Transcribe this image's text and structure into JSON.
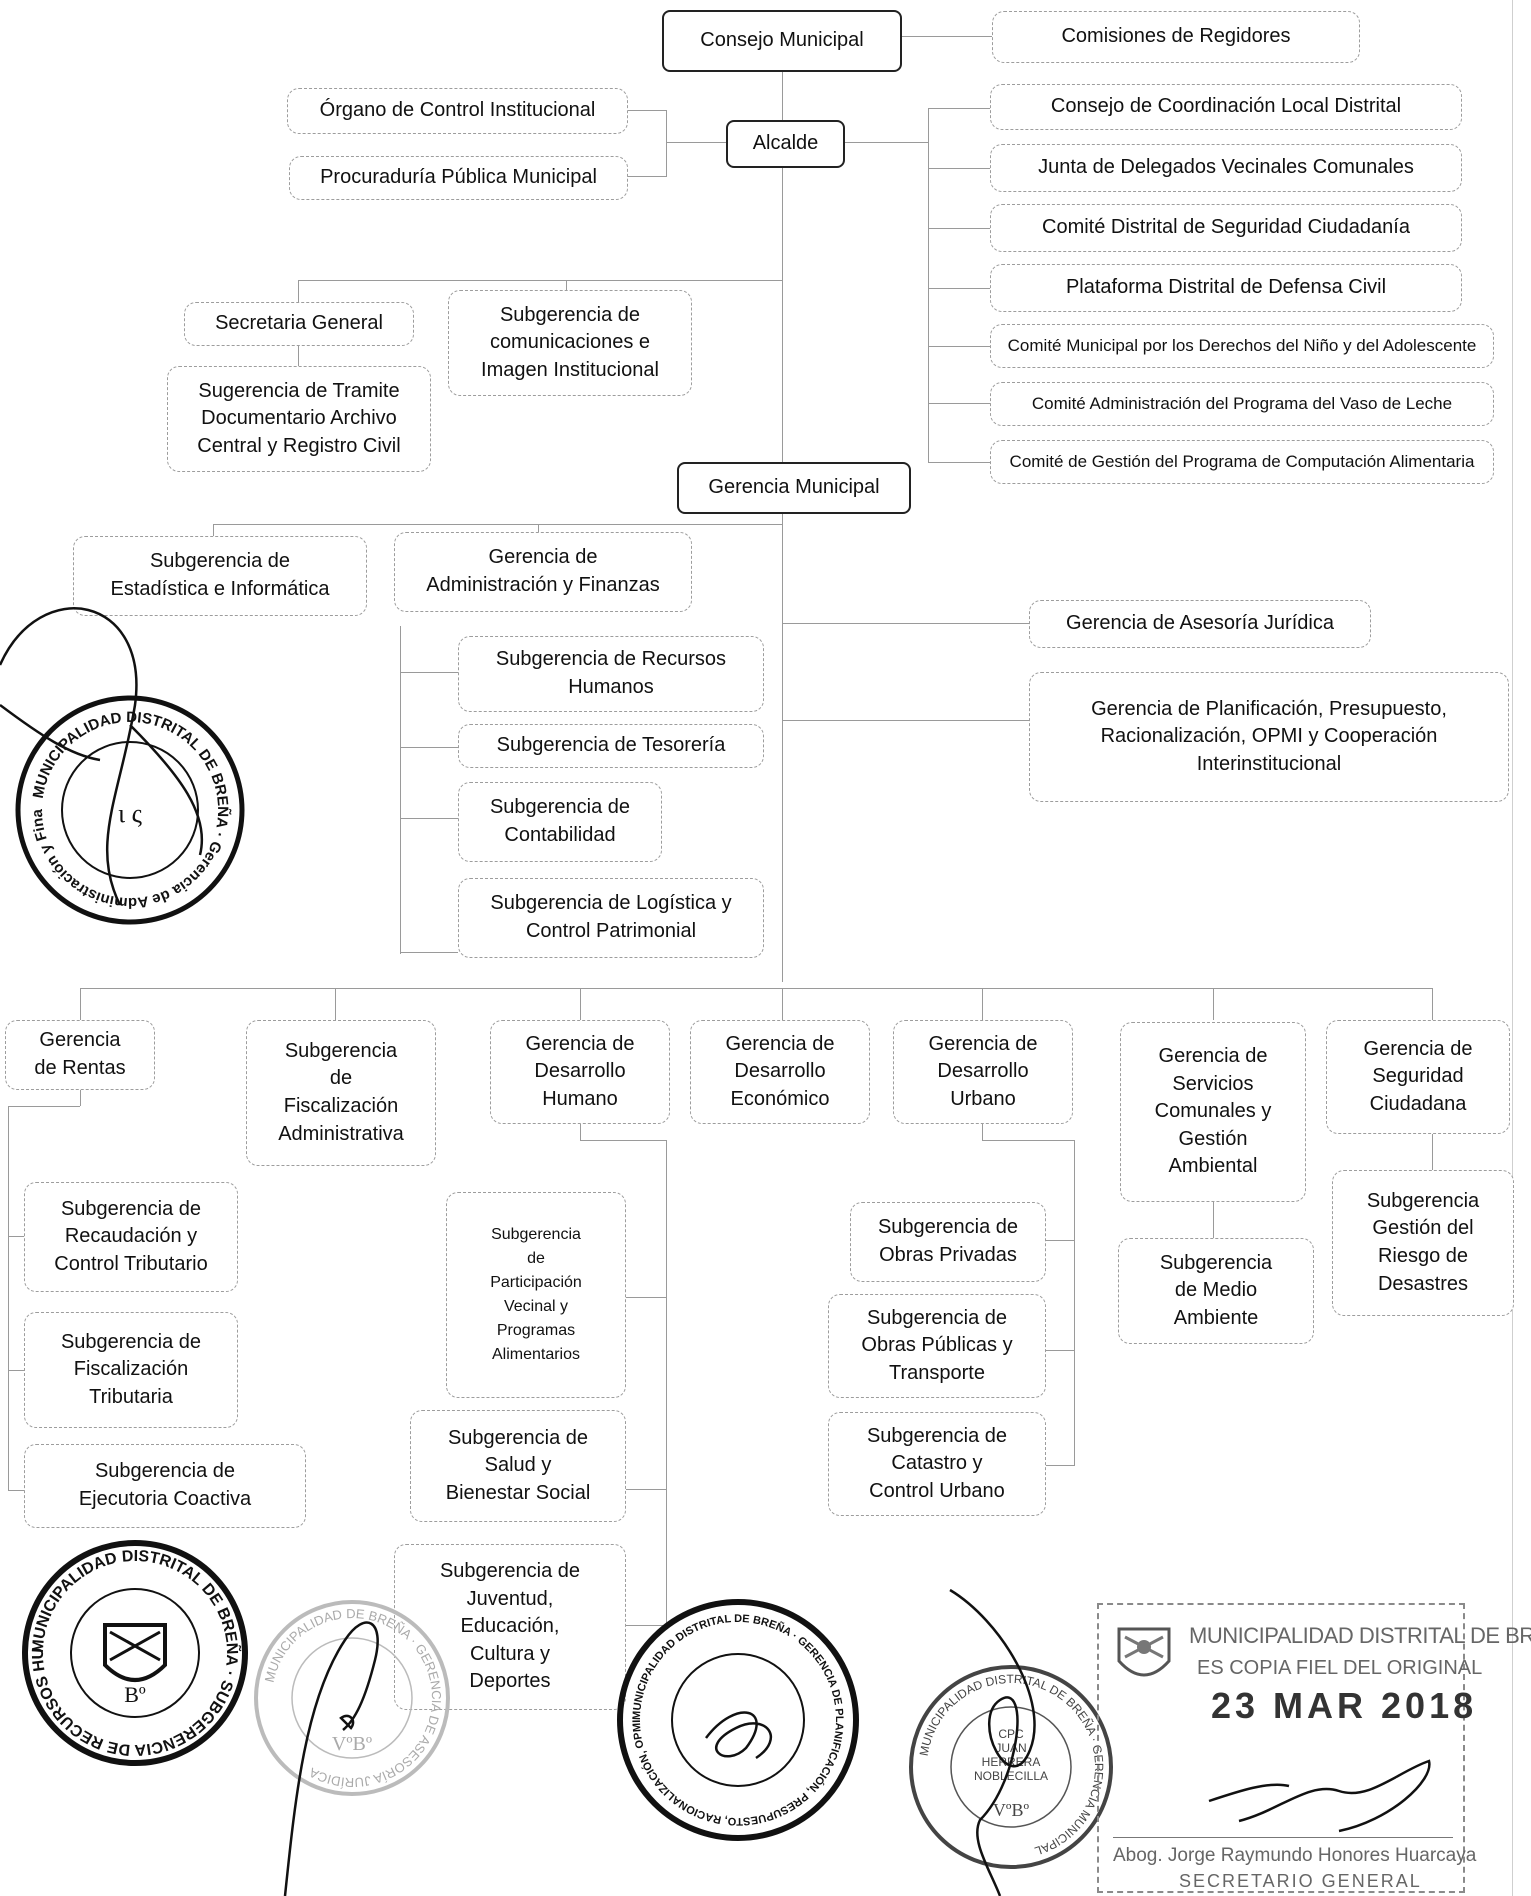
{
  "nodes": {
    "consejo_municipal": "Consejo Municipal",
    "comisiones_regidores": "Comisiones de Regidores",
    "organo_control": "Órgano de Control Institucional",
    "procuraduria": "Procuraduría Pública Municipal",
    "alcalde": "Alcalde",
    "consejo_coordinacion": "Consejo de Coordinación Local Distrital",
    "junta_delegados": "Junta de Delegados Vecinales Comunales",
    "comite_seguridad": "Comité Distrital de Seguridad Ciudadanía",
    "plataforma_defensa": "Plataforma Distrital de Defensa Civil",
    "comite_nino": "Comité Municipal por los Derechos del Niño y del Adolescente",
    "comite_vaso_leche": "Comité Administración del Programa del Vaso de Leche",
    "comite_computacion": "Comité de Gestión del Programa de Computación Alimentaria",
    "secretaria_general": "Secretaria General",
    "sub_comunicaciones": "Subgerencia de\ncomunicaciones e\nImagen Institucional",
    "sub_tramite": "Sugerencia de Tramite\nDocumentario Archivo\nCentral y Registro Civil",
    "gerencia_municipal": "Gerencia Municipal",
    "sub_estadistica": "Subgerencia de\nEstadística e Informática",
    "ger_administracion": "Gerencia de\nAdministración y Finanzas",
    "ger_asesoria": "Gerencia de Asesoría Jurídica",
    "ger_planificacion": "Gerencia de Planificación, Presupuesto,\nRacionalización, OPMI y Cooperación\nInterinstitucional",
    "sub_rrhh": "Subgerencia de Recursos\nHumanos",
    "sub_tesoreria": "Subgerencia de Tesorería",
    "sub_contabilidad": "Subgerencia de\nContabilidad",
    "sub_logistica": "Subgerencia de Logística y\nControl Patrimonial",
    "ger_rentas": "Gerencia\nde Rentas",
    "sub_fisc_admin": "Subgerencia\nde\nFiscalización\nAdministrativa",
    "ger_des_humano": "Gerencia de\nDesarrollo\nHumano",
    "ger_des_economico": "Gerencia de\nDesarrollo\nEconómico",
    "ger_des_urbano": "Gerencia de\nDesarrollo\nUrbano",
    "ger_servicios": "Gerencia de\nServicios\nComunales y\nGestión\nAmbiental",
    "ger_seguridad": "Gerencia de\nSeguridad\nCiudadana",
    "sub_recaudacion": "Subgerencia de\nRecaudación y\nControl Tributario",
    "sub_fisc_trib": "Subgerencia de\nFiscalización\nTributaria",
    "sub_coactiva": "Subgerencia de\nEjecutoria Coactiva",
    "sub_participacion": "Subgerencia\nde\nParticipación\nVecinal y\nProgramas\nAlimentarios",
    "sub_salud": "Subgerencia de\nSalud y\nBienestar Social",
    "sub_juventud": "Subgerencia de\nJuventud,\nEducación,\nCultura y\nDeportes",
    "sub_obras_priv": "Subgerencia de\nObras Privadas",
    "sub_obras_pub": "Subgerencia de\nObras Públicas y\nTransporte",
    "sub_catastro": "Subgerencia de\nCatastro y\nControl Urbano",
    "sub_medio_amb": "Subgerencia\nde Medio\nAmbiente",
    "sub_riesgo": "Subgerencia\nGestión del\nRiesgo de\nDesastres"
  },
  "stamps": {
    "admin_text": "MUNICIPALIDAD DISTRITAL DE BREÑA · Gerencia de Administración y Finanzas",
    "rrhh_text": "MUNICIPALIDAD DISTRITAL DE BREÑA · SUBGERENCIA DE RECURSOS HUMANOS",
    "rrhh_vb": "Bº",
    "asesoria_text": "MUNICIPALIDAD DE BREÑA · GERENCIA DE ASESORÍA JURÍDICA",
    "asesoria_vb": "VºBº",
    "planif_text": "MUNICIPALIDAD DISTRITAL DE BREÑA · GERENCIA DE PLANIFICACIÓN, PRESUPUESTO, RACIONALIZACIÓN, OPMI Y COOPERACIÓN INTERINSTITUCIONAL",
    "gm_text": "MUNICIPALIDAD DISTRITAL DE BREÑA · GERENCIA MUNICIPAL",
    "gm_inner": "CPC\nJUAN\nHERRERA\nNOBLECILLA",
    "gm_vb": "VºBº"
  },
  "certification": {
    "entity": "MUNICIPALIDAD DISTRITAL DE BREÑA",
    "copy_text": "ES COPIA FIEL DEL ORIGINAL",
    "date": "23 MAR 2018",
    "signer": "Abog. Jorge Raymundo Honores Huarcaya",
    "role": "SECRETARIO GENERAL"
  },
  "colors": {
    "line": "#9a9a9a",
    "border": "#9d9d9d",
    "stamp": "#222222"
  }
}
